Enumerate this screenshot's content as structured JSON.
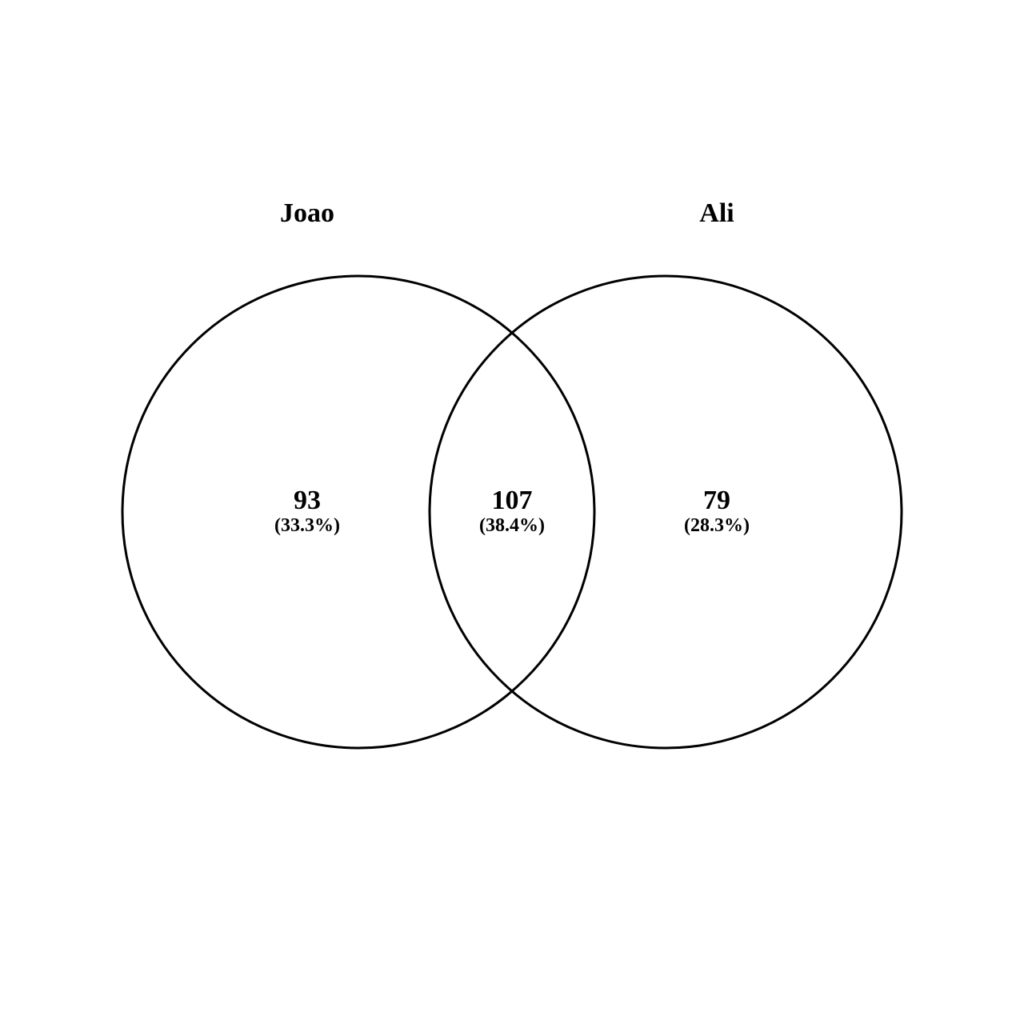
{
  "diagram": {
    "type": "venn",
    "stroke_color": "#000000",
    "background_color": "#ffffff",
    "sets": [
      {
        "name": "Joao"
      },
      {
        "name": "Ali"
      }
    ],
    "regions": [
      {
        "region": "Joao only",
        "count": "93",
        "percent": "(33.3%)"
      },
      {
        "region": "Joao and Ali",
        "count": "107",
        "percent": "(38.4%)"
      },
      {
        "region": "Ali only",
        "count": "79",
        "percent": "(28.3%)"
      }
    ]
  }
}
